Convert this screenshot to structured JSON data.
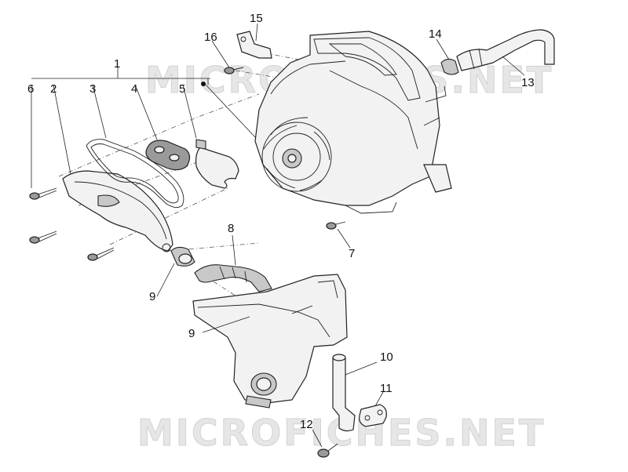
{
  "watermark": {
    "top": "MICROFICHES.NET",
    "bottom": "MICROFICHES.NET"
  },
  "callouts": {
    "c1": "1",
    "c2": "2",
    "c3": "3",
    "c4": "4",
    "c5": "5",
    "c6": "6",
    "c7": "7",
    "c8": "8",
    "c9a": "9",
    "c9b": "9",
    "c10": "10",
    "c11": "11",
    "c12": "12",
    "c13": "13",
    "c14": "14",
    "c15": "15",
    "c16": "16"
  }
}
